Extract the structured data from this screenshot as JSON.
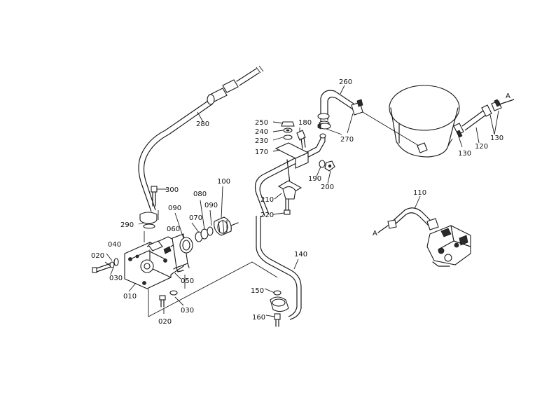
{
  "labels": {
    "p010": "010",
    "p020a": "020",
    "p020b": "020",
    "p030a": "030",
    "p030b": "030",
    "p040": "040",
    "p050": "050",
    "p060": "060",
    "p070": "070",
    "p080": "080",
    "p090a": "090",
    "p090b": "090",
    "p100": "100",
    "p110": "110",
    "p120": "120",
    "p130a": "130",
    "p130b": "130",
    "p140": "140",
    "p150": "150",
    "p160": "160",
    "p170": "170",
    "p180": "180",
    "p190": "190",
    "p200": "200",
    "p210": "210",
    "p220": "220",
    "p230": "230",
    "p240": "240",
    "p250": "250",
    "p260": "260",
    "p270": "270",
    "p280": "280",
    "p290": "290",
    "p300": "300",
    "refA1": "A",
    "refA2": "A"
  }
}
